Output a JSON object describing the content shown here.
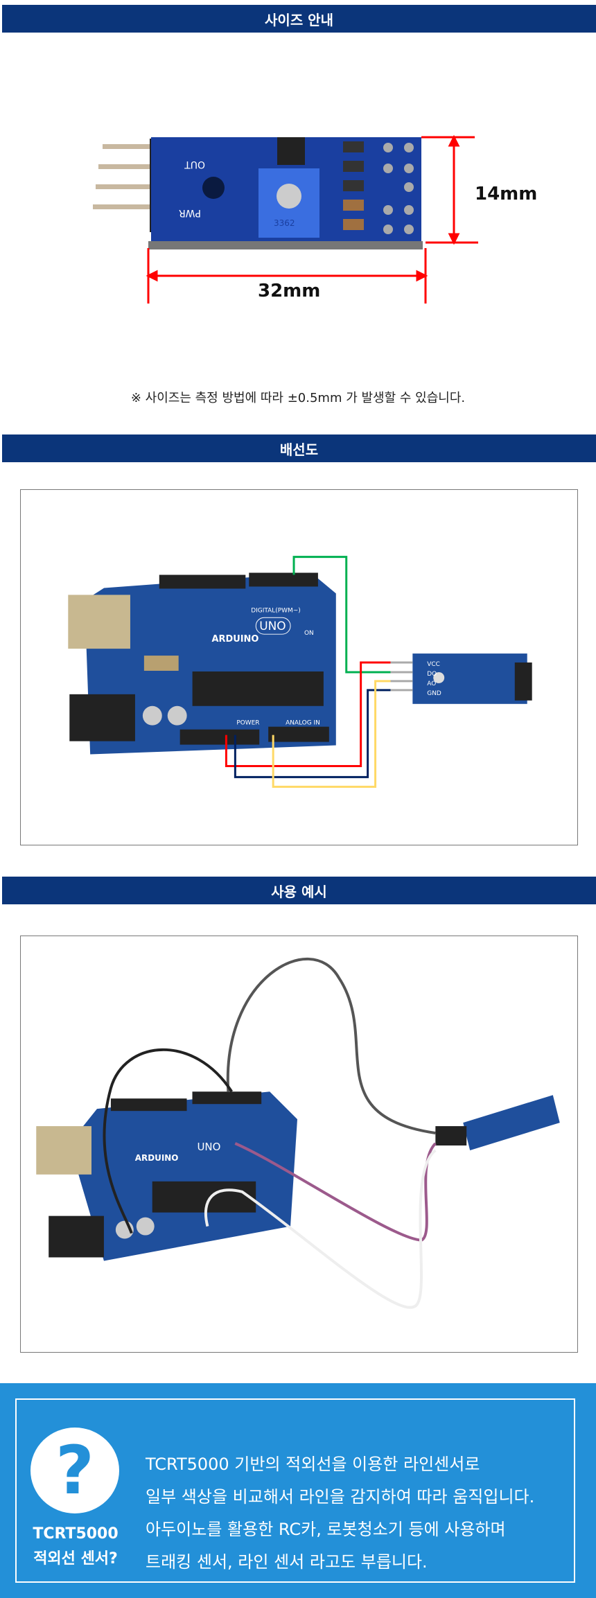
{
  "sections": {
    "size": {
      "title": "사이즈 안내",
      "height_label": "14mm",
      "width_label": "32mm",
      "note": "※ 사이즈는 측정 방법에 따라 ±0.5mm 가 발생할 수 있습니다.",
      "board_labels": {
        "out": "OUT",
        "pwr": "PWR",
        "pot": "3362"
      }
    },
    "wiring": {
      "title": "배선도",
      "board_labels": {
        "brand": "ARDUINO",
        "model": "UNO",
        "digital": "DIGITAL(PWM~)",
        "power": "POWER",
        "analog": "ANALOG IN",
        "on": "ON"
      },
      "sensor_pins": [
        "VCC",
        "DO",
        "AO",
        "GND"
      ],
      "wire_colors": {
        "vcc": "#ff0000",
        "do": "#00b050",
        "ao": "#ffd966",
        "gnd": "#002060"
      }
    },
    "usage": {
      "title": "사용 예시",
      "board_labels": {
        "brand": "ARDUINO",
        "model": "UNO"
      }
    }
  },
  "info": {
    "icon": "question-mark-icon",
    "icon_glyph": "?",
    "label_line1": "TCRT5000",
    "label_line2": "적외선 센서?",
    "lines": [
      "TCRT5000 기반의 적외선을 이용한 라인센서로",
      "일부 색상을 비교해서 라인을 감지하여 따라 움직입니다.",
      "아두이노를 활용한 RC카, 로봇청소기 등에 사용하며",
      "트래킹 센서, 라인 센서 라고도 부릅니다."
    ]
  },
  "colors": {
    "header": "#0b357a",
    "info_bg": "#2390d8",
    "dimension": "#ff0000",
    "pcb": "#1a3fa0"
  }
}
